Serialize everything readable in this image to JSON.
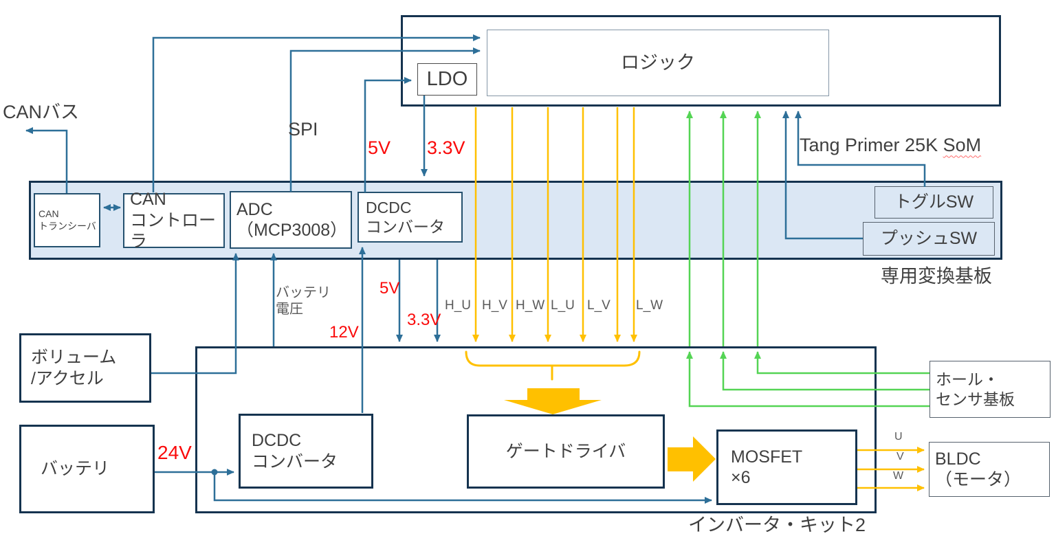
{
  "colors": {
    "box_border_navy": "#15334f",
    "connector_blue": "#2d6f98",
    "connector_yellow": "#ffc000",
    "connector_green": "#54d454",
    "voltage_red": "#fa0a0a",
    "band_fill": "#dbe7f4",
    "muted_gray_text": "#595959",
    "main_text": "#3f3f3f"
  },
  "nodes": {
    "logic": "ロジック",
    "ldo": "LDO",
    "can_transceiver": "CAN\nトランシーバ",
    "can_controller": "CAN\nコントローラ",
    "adc": "ADC\n（MCP3008）",
    "dcdc_board": "DCDC\nコンバータ",
    "toggle_sw": "トグルSW",
    "push_sw": "プッシュSW",
    "volume_accel": "ボリューム\n/アクセル",
    "battery": "バッテリ",
    "dcdc_kit": "DCDC\nコンバータ",
    "gate_driver": "ゲートドライバ",
    "mosfet": "MOSFET\n×6",
    "hall_sensor": "ホール・\nセンサ基板",
    "bldc": "BLDC\n（モータ）"
  },
  "labels": {
    "can_bus": "CANバス",
    "spi": "SPI",
    "v5_top": "5V",
    "v33_top": "3.3V",
    "som_caption_prefix": "Tang Primer 25K ",
    "som_caption_underlined": "SoM",
    "board_caption": "専用変換基板",
    "battery_voltage": "バッテリ\n電圧",
    "v12": "12V",
    "v5_mid": "5V",
    "v33_mid": "3.3V",
    "phases": [
      "H_U",
      "H_V",
      "H_W",
      "L_U",
      "L_V",
      "L_W"
    ],
    "v24": "24V",
    "kit_caption": "インバータ・キット2",
    "uvw": [
      "U",
      "V",
      "W"
    ]
  }
}
